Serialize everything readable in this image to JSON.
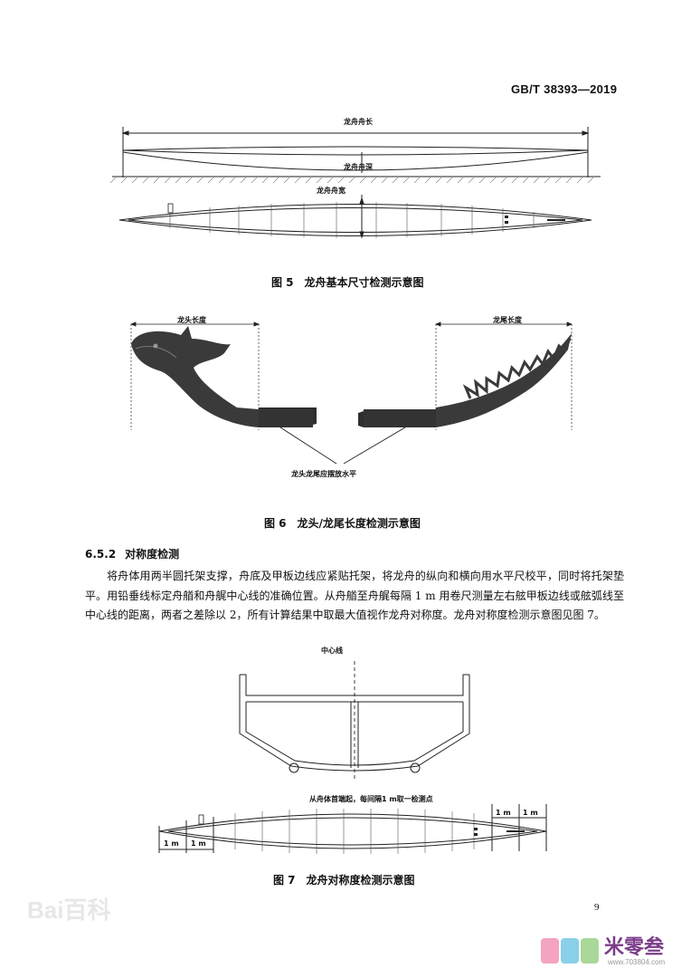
{
  "header": {
    "standard_code": "GB/T 38393—2019"
  },
  "figure5": {
    "label_length": "龙舟舟长",
    "label_depth": "龙舟舟深",
    "label_width": "龙舟舟宽",
    "caption_num": "图 5",
    "caption_text": "龙舟基本尺寸检测示意图"
  },
  "figure6": {
    "label_head": "龙头长度",
    "label_tail": "龙尾长度",
    "label_level": "龙头龙尾应摆放水平",
    "caption_num": "图 6",
    "caption_text": "龙头/龙尾长度检测示意图"
  },
  "section": {
    "number": "6.5.2",
    "title": "对称度检测",
    "paragraph": "将舟体用两半圆托架支撑，舟底及甲板边线应紧贴托架，将龙舟的纵向和横向用水平尺校平，同时将托架垫平。用铅垂线标定舟艏和舟艉中心线的准确位置。从舟艏至舟艉每隔 1 m 用卷尺测量左右舷甲板边线或舷弧线至中心线的距离，两者之差除以 2，所有计算结果中取最大值视作龙舟对称度。龙舟对称度检测示意图见图 7。"
  },
  "figure7": {
    "label_centerline": "中心线",
    "label_points": "从舟体首端起，每间隔1 m取一检测点",
    "interval": "1 m",
    "caption_num": "图 7",
    "caption_text": "龙舟对称度检测示意图"
  },
  "footer": {
    "page_number": "9"
  },
  "watermarks": {
    "baidu": "Bai百科",
    "brand": "米零叁",
    "site": "www.703804.com"
  }
}
